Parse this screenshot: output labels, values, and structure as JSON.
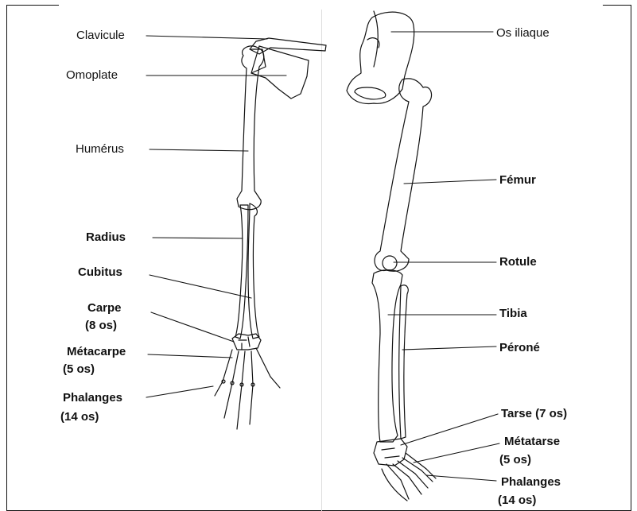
{
  "arm": {
    "labels": {
      "clavicule": "Clavicule",
      "omoplate": "Omoplate",
      "humerus": "Humérus",
      "radius": "Radius",
      "cubitus": "Cubitus",
      "carpe_1": "Carpe",
      "carpe_2": "(8 os)",
      "metacarpe_1": "Métacarpe",
      "metacarpe_2": "(5 os)",
      "phalanges_1": "Phalanges",
      "phalanges_2": "(14 os)"
    }
  },
  "leg": {
    "labels": {
      "os_iliaque": "Os iliaque",
      "femur": "Fémur",
      "rotule": "Rotule",
      "tibia": "Tibia",
      "perone": "Péroné",
      "tarse": "Tarse (7 os)",
      "metatarse_1": "Métatarse",
      "metatarse_2": "(5 os)",
      "phalanges_1": "Phalanges",
      "phalanges_2": "(14 os)"
    }
  }
}
